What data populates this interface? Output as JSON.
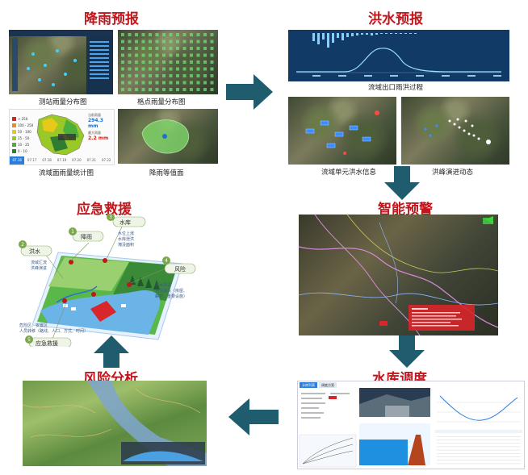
{
  "sections": {
    "rain": {
      "title": "降雨预报",
      "captions": {
        "station": "测站雨量分布图",
        "grid": "格点雨量分布图",
        "basin": "流域面雨量统计图",
        "isoline": "降雨等值面"
      },
      "legend": [
        "> 250",
        "100 - 250",
        "50 - 100",
        "25 - 50",
        "10 - 25",
        "0 - 10"
      ],
      "stat1_label": "当前雨量",
      "stat1_value": "294.3 mm",
      "stat2_label": "最大雨量",
      "stat2_value": "2.2 mm",
      "dates": [
        "07.16",
        "07.17",
        "07.18",
        "07.19",
        "07.20",
        "07.21",
        "07.22"
      ]
    },
    "flood": {
      "title": "洪水预报",
      "captions": {
        "hydrograph": "流域出口雨洪过程",
        "unit": "流域单元洪水信息",
        "peak": "洪峰演进动态"
      }
    },
    "warning": {
      "title": "智能预警"
    },
    "reservoir": {
      "title": "水库调度",
      "tabs": [
        "水库列表",
        "调度方案"
      ]
    },
    "risk": {
      "title": "风险分析"
    },
    "rescue": {
      "title": "应急救援",
      "labels": {
        "rain": "降雨",
        "flood": "洪水",
        "reservoir": "水库",
        "risk": "风险",
        "rescue": "应急救援"
      },
      "numbers": [
        "1",
        "2",
        "3",
        "4",
        "5"
      ],
      "notes": {
        "flood_note_1": "流域汇流",
        "flood_note_2": "洪峰演进",
        "reservoir_note_1": "水位上涨",
        "reservoir_note_2": "水库泄洪",
        "reservoir_note_3": "淹没面积",
        "risk_note_1": "洪水演进",
        "risk_note_2": "淹没损失（房屋、",
        "risk_note_3": "耕地、重要设施）",
        "rescue_note_1": "危险区、安置区",
        "rescue_note_2": "人员转移（路线、人口、方式、时间）"
      }
    }
  }
}
